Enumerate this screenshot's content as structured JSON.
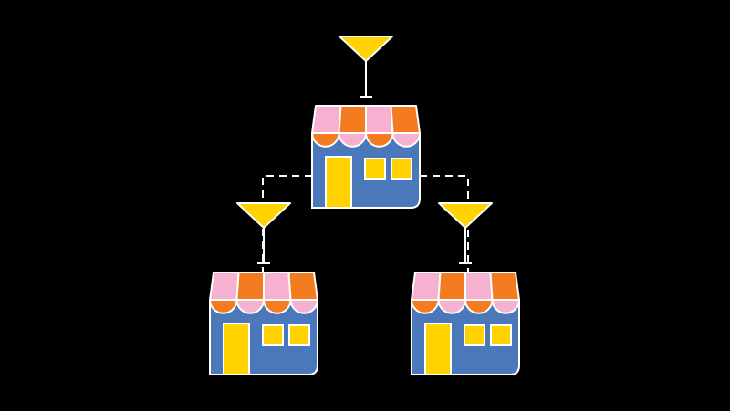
{
  "diagram": {
    "colors": {
      "background": "#000000",
      "outline": "#ffffff",
      "wall": "#4a78bb",
      "awning_pink": "#f6b0d0",
      "awning_orange": "#f47b20",
      "door_window": "#ffd200",
      "antenna": "#ffd200",
      "connector": "#ffffff"
    },
    "nodes": [
      {
        "id": "store-top",
        "icon": "storefront-icon",
        "antenna": "wifi-antenna-icon"
      },
      {
        "id": "store-left",
        "icon": "storefront-icon",
        "antenna": "wifi-antenna-icon"
      },
      {
        "id": "store-right",
        "icon": "storefront-icon",
        "antenna": "wifi-antenna-icon"
      }
    ],
    "links": [
      {
        "from": "store-top",
        "to": "store-left",
        "style": "dashed"
      },
      {
        "from": "store-top",
        "to": "store-right",
        "style": "dashed"
      }
    ]
  }
}
